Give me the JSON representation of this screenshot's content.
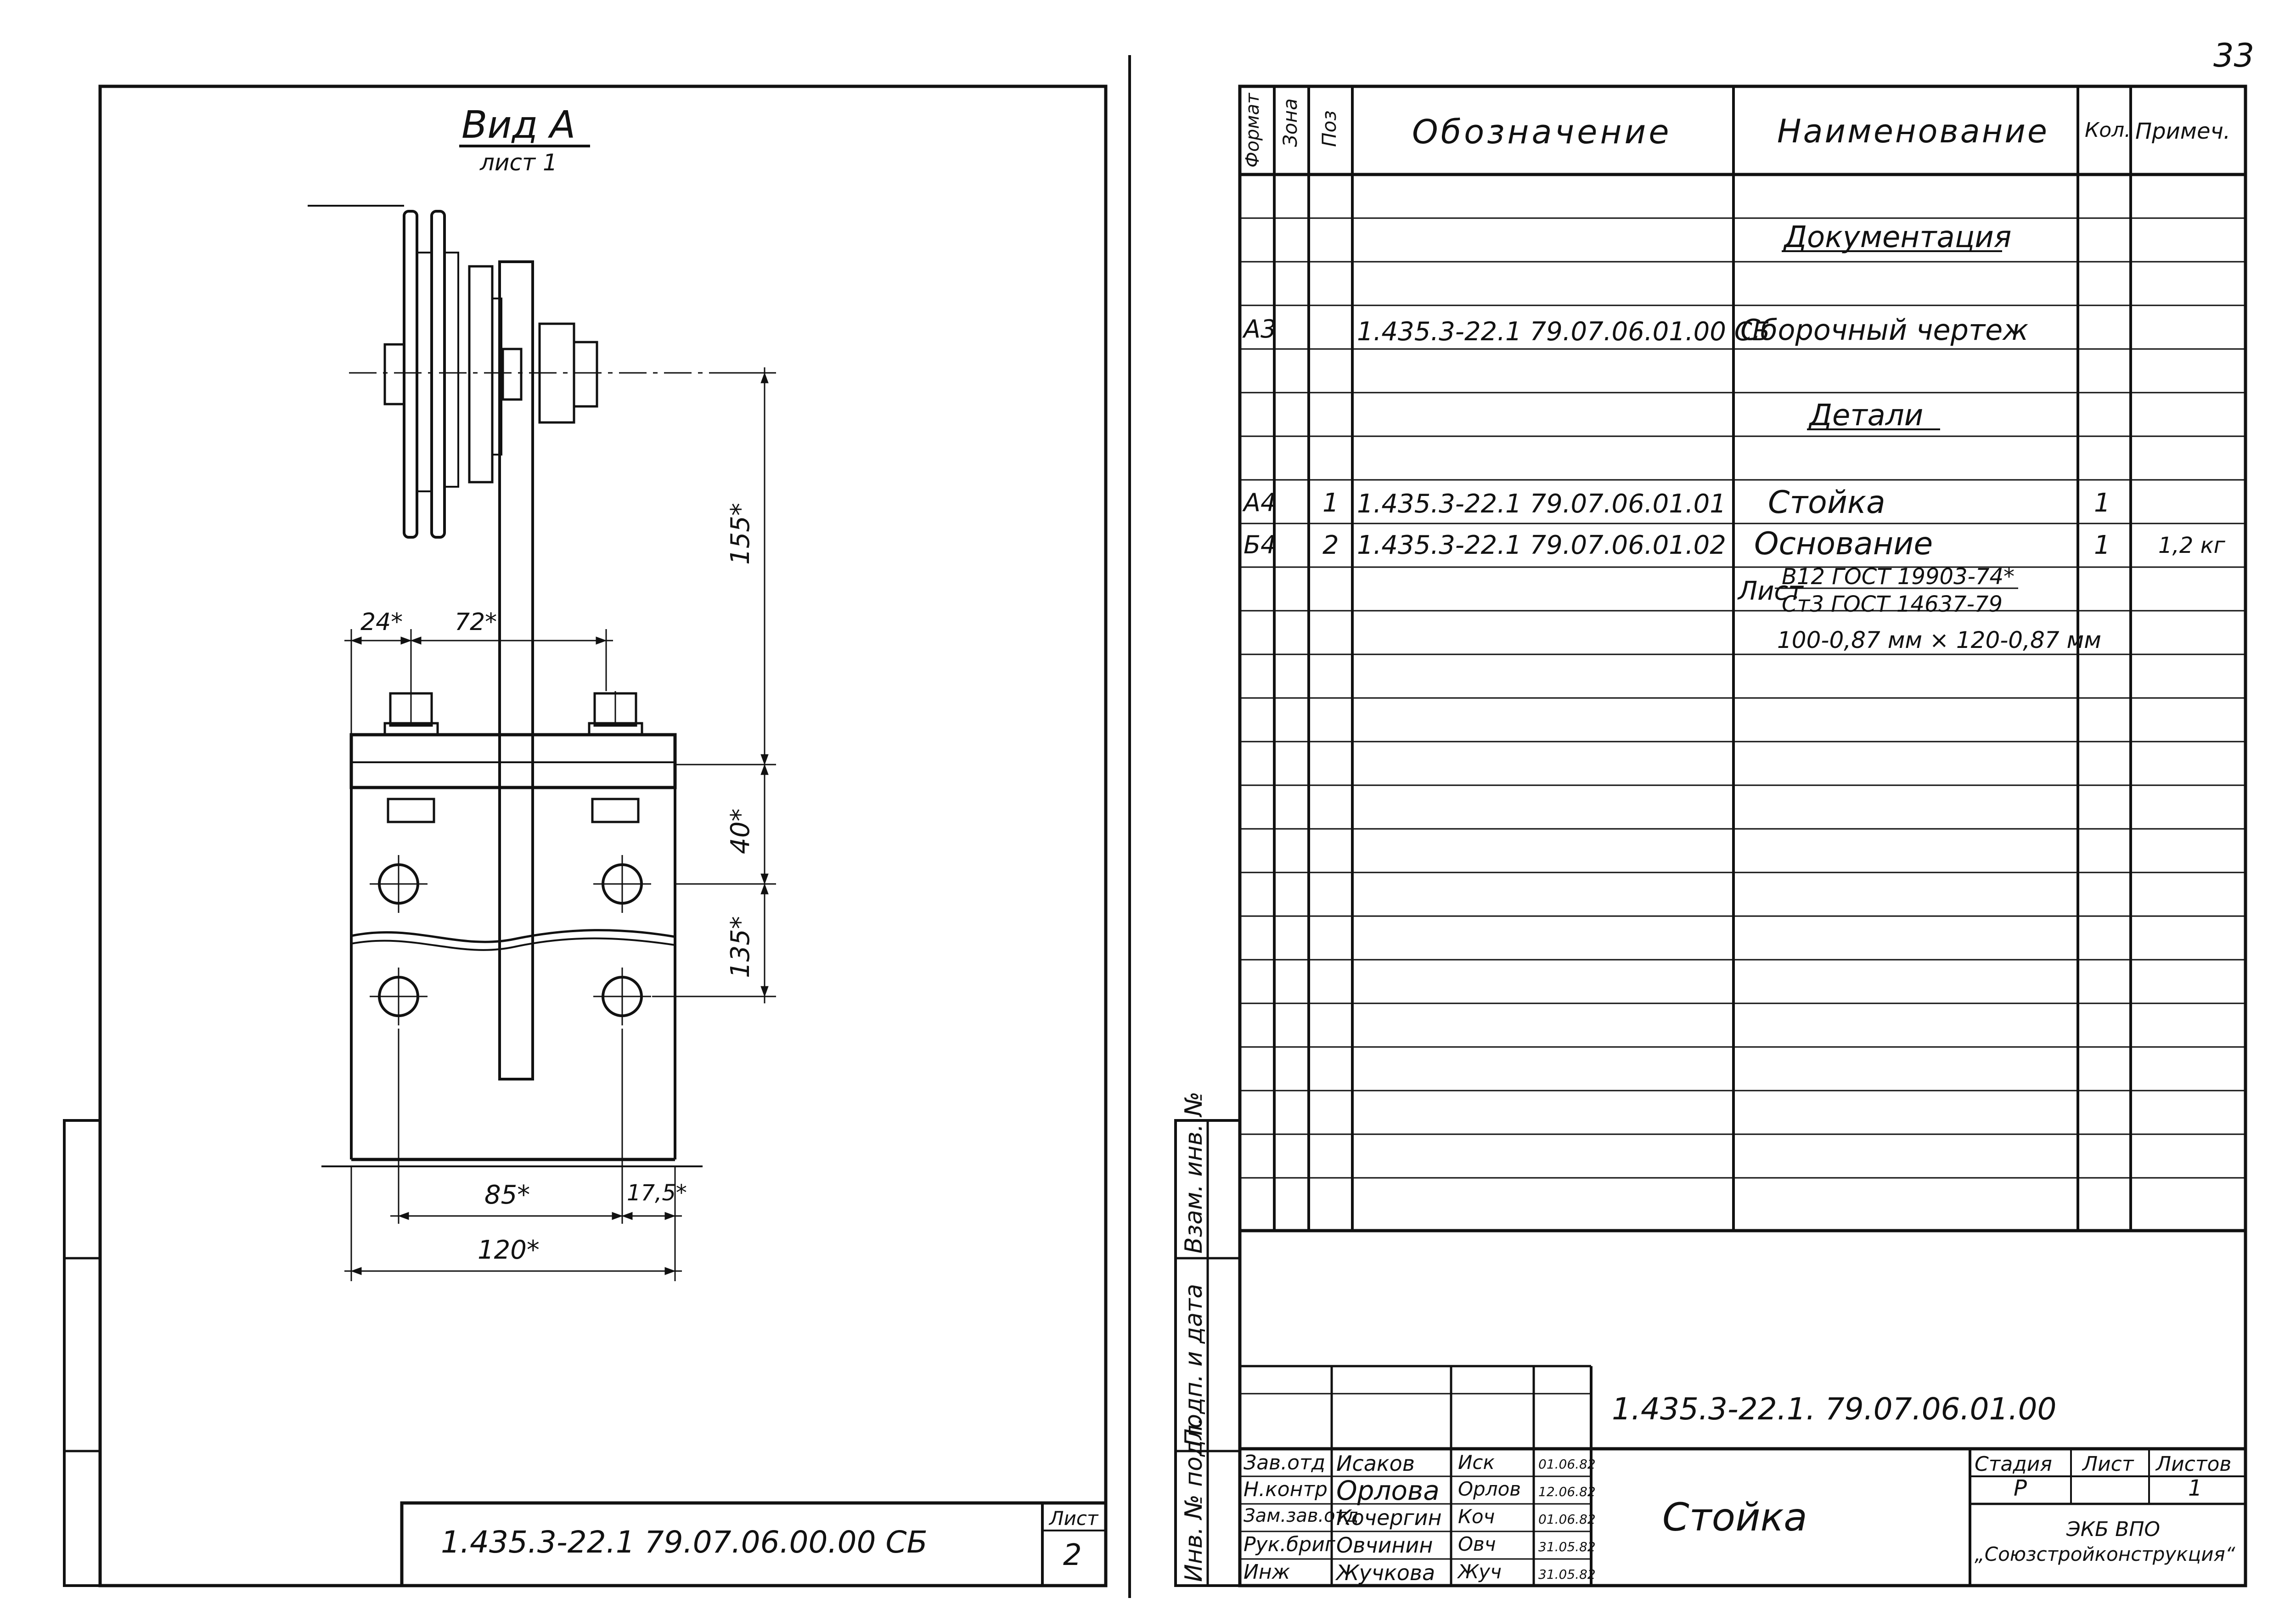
{
  "page_number": "33",
  "left_sheet": {
    "view_title": "Вид А",
    "view_subtitle": "лист 1",
    "dimensions": {
      "d24": "24*",
      "d72": "72*",
      "d155": "155*",
      "d40": "40*",
      "d135": "135*",
      "d85": "85*",
      "d17_5": "17,5*",
      "d120": "120*"
    },
    "title_block": {
      "designation": "1.435.3-22.1 79.07.06.00.00 СБ",
      "sheet_label": "Лист",
      "sheet_number": "2"
    }
  },
  "right_sheet": {
    "header": {
      "format": "Формат",
      "zone": "Зона",
      "pos": "Поз",
      "designation": "Обозначение",
      "name": "Наименование",
      "qty": "Кол.",
      "note": "Примеч."
    },
    "section_docs": "Документация",
    "section_details": "Детали",
    "rows": [
      {
        "format": "А3",
        "pos": "",
        "designation": "1.435.3-22.1 79.07.06.01.00 СБ",
        "name": "Сборочный чертеж",
        "qty": "",
        "note": ""
      },
      {
        "format": "А4",
        "pos": "1",
        "designation": "1.435.3-22.1 79.07.06.01.01",
        "name": "Стойка",
        "qty": "1",
        "note": ""
      },
      {
        "format": "Б4",
        "pos": "2",
        "designation": "1.435.3-22.1 79.07.06.01.02",
        "name": "Основание",
        "qty": "1",
        "note": "1,2 кг"
      }
    ],
    "material": {
      "prefix": "Лист",
      "top": "В12 ГОСТ 19903-74*",
      "bottom": "Ст3 ГОСТ 14637-79",
      "size": "100-0,87 мм × 120-0,87 мм"
    },
    "side_labels": [
      "Взам. инв. №",
      "Подп. и дата",
      "Инв. № подл."
    ],
    "title_block": {
      "designation": "1.435.3-22.1. 79.07.06.01.00",
      "title": "Стойка",
      "roles": [
        "Зав.отд",
        "Н.контр",
        "Зам.зав.отд",
        "Рук.бриг",
        "Инж"
      ],
      "names": [
        "Исаков",
        "Орлова",
        "Кочергин",
        "Овчинин",
        "Жучкова"
      ],
      "signatures": [
        "Иск",
        "Орлов",
        "Коч",
        "Овч",
        "Жуч"
      ],
      "dates": [
        "01.06.82",
        "12.06.82",
        "01.06.82",
        "31.05.82",
        "31.05.82"
      ],
      "stage_label": "Стадия",
      "sheet_label": "Лист",
      "sheets_label": "Листов",
      "stage": "Р",
      "sheets": "1",
      "org_line1": "ЭКБ ВПО",
      "org_line2": "„Союзстройконструкция“"
    }
  }
}
